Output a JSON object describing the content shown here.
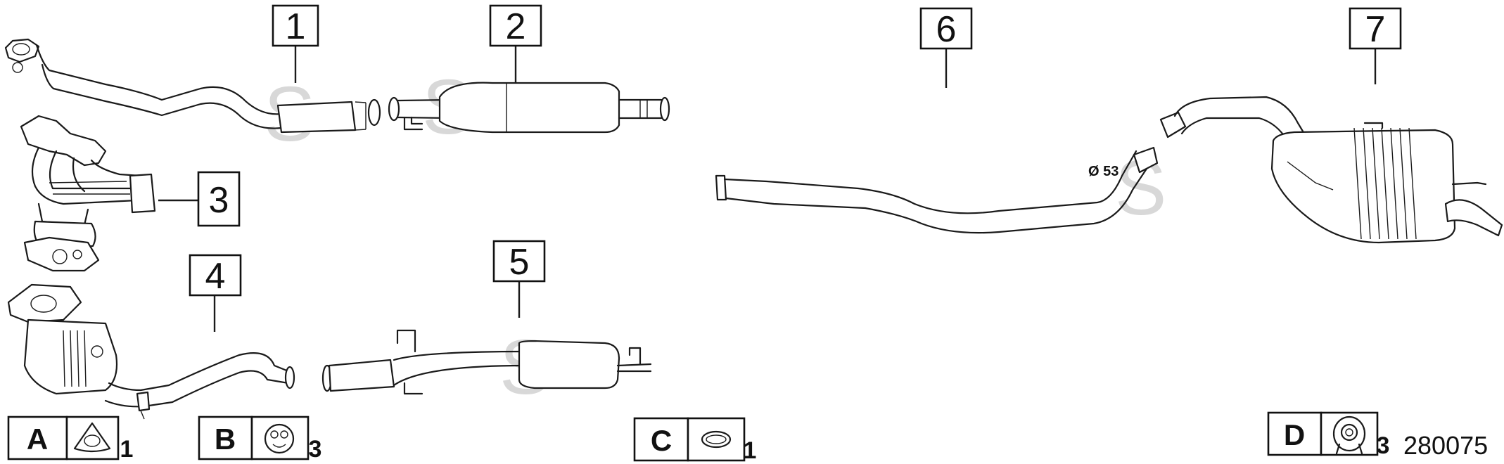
{
  "callouts": [
    {
      "id": "part-1",
      "label": "1"
    },
    {
      "id": "part-2",
      "label": "2"
    },
    {
      "id": "part-3",
      "label": "3"
    },
    {
      "id": "part-4",
      "label": "4"
    },
    {
      "id": "part-5",
      "label": "5"
    },
    {
      "id": "part-6",
      "label": "6"
    },
    {
      "id": "part-7",
      "label": "7"
    }
  ],
  "annotations": {
    "diameter": "Ø 53"
  },
  "legend": [
    {
      "letter": "A",
      "quantity": "1",
      "icon": "triangular-gasket-icon"
    },
    {
      "letter": "B",
      "quantity": "3",
      "icon": "rubber-hanger-icon"
    },
    {
      "letter": "C",
      "quantity": "1",
      "icon": "ring-gasket-icon"
    },
    {
      "letter": "D",
      "quantity": "3",
      "icon": "rubber-mount-icon"
    }
  ],
  "reference_number": "280075",
  "watermark": "S",
  "colors": {
    "line": "#1a1a1a",
    "watermark": "#d8d8d8"
  }
}
